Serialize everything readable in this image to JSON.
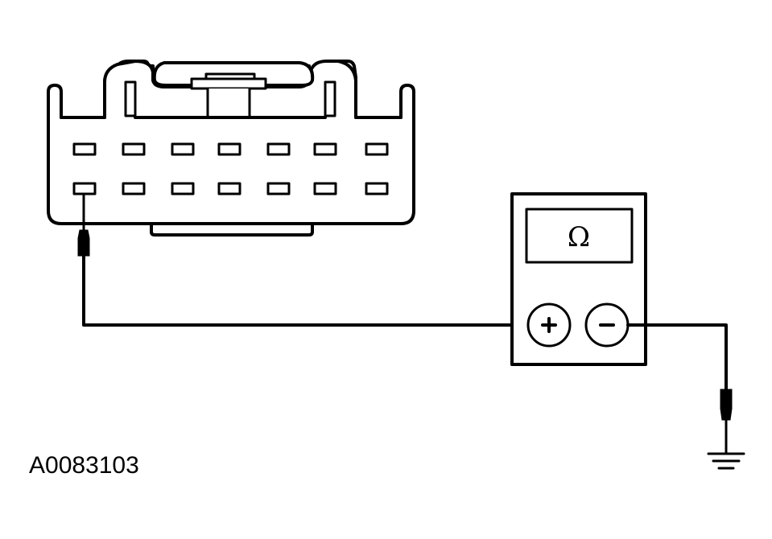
{
  "figure_id": "A0083103",
  "meter": {
    "display_symbol": "Ω",
    "positive_symbol": "+",
    "negative_symbol": "−"
  },
  "connector": {
    "pin_rows": 2,
    "pins_per_row": 7,
    "probed_pin": {
      "row": 2,
      "col": 1
    }
  },
  "colors": {
    "line": "#000000",
    "background": "#ffffff"
  }
}
